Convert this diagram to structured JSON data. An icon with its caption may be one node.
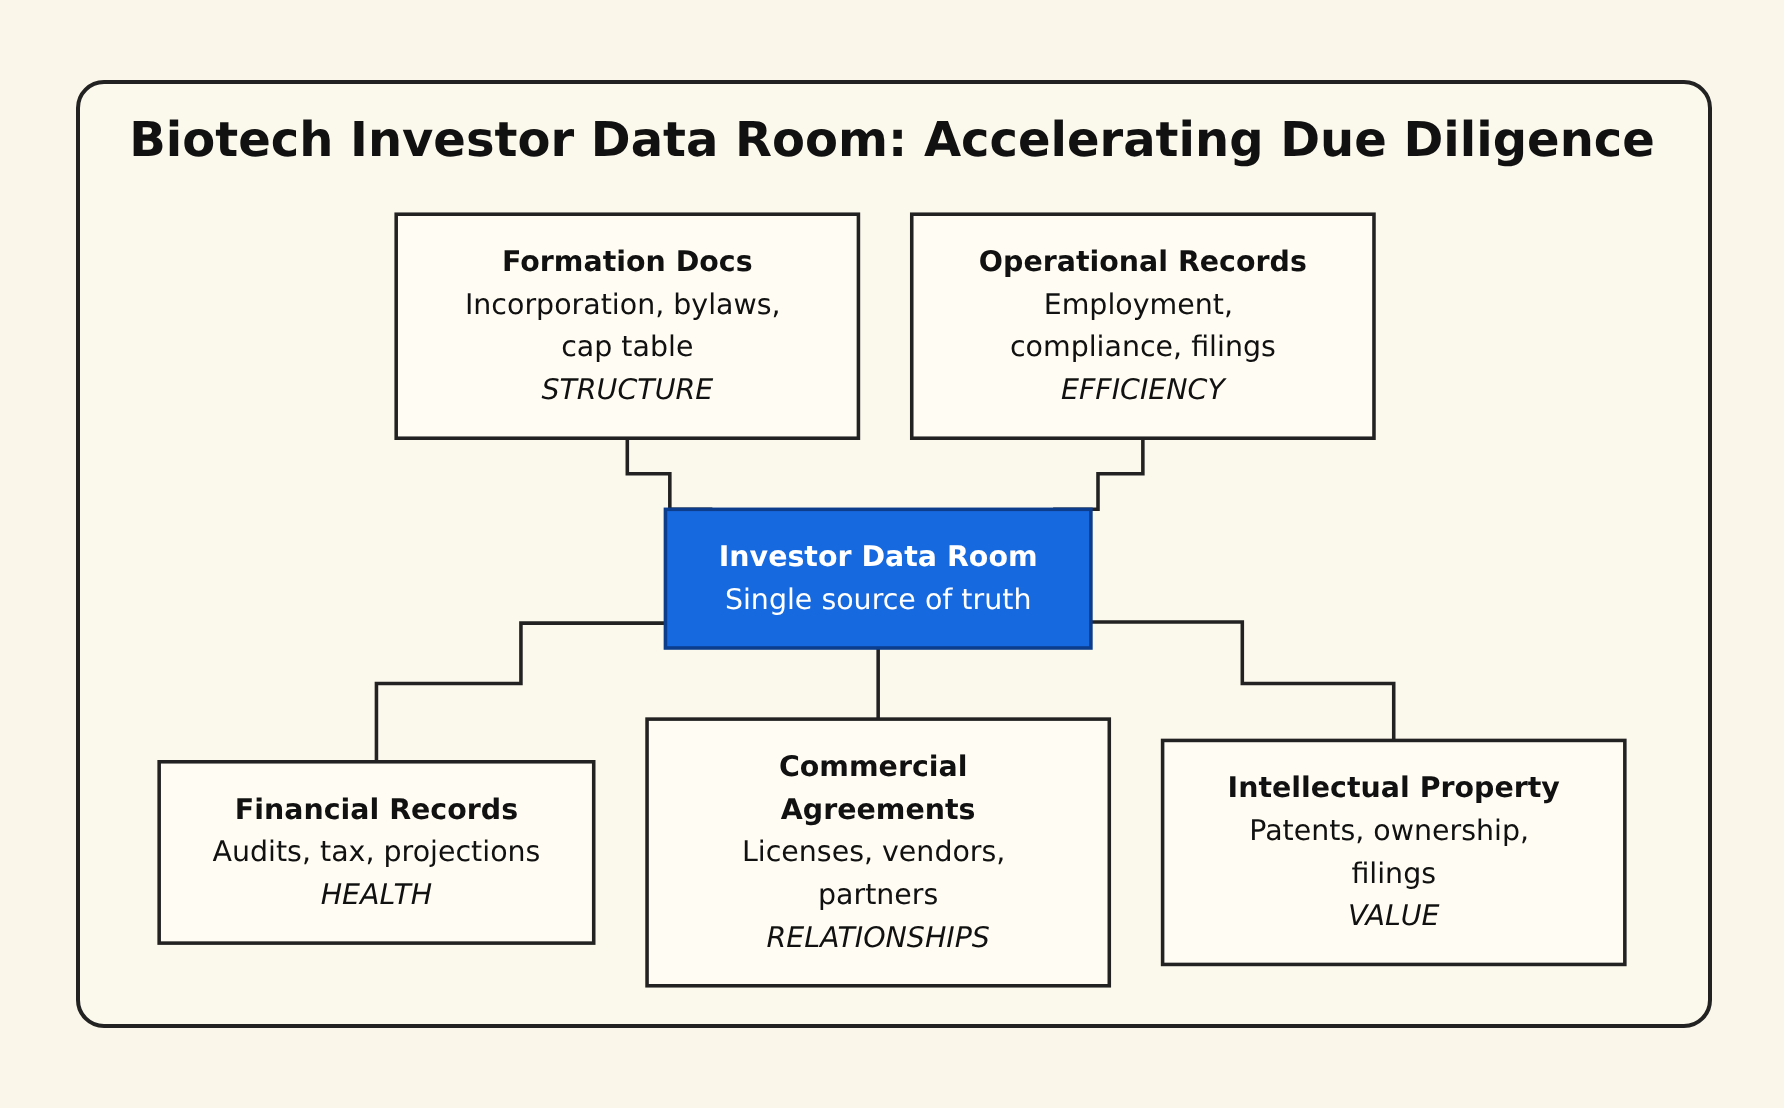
{
  "diagram": {
    "title": "Biotech Investor Data Room: Accelerating Due Diligence",
    "nodes": [
      {
        "text": [
          "Formation Docs",
          "Incorporation, bylaws, cap table",
          "STRUCTURE"
        ]
      },
      {
        "text": [
          "Operational Records",
          "Employment, compliance, filings",
          "EFFICIENCY"
        ]
      },
      {
        "text": [
          "Investor Data Room",
          "Single source of truth"
        ]
      },
      {
        "text": [
          "Financial Records",
          "Audits, tax, projections",
          "HEALTH"
        ]
      },
      {
        "text": [
          "Commercial Agreements",
          "Licenses, vendors, partners",
          "RELATIONSHIPS"
        ]
      },
      {
        "text": [
          "Intellectual Property",
          "Patents, ownership, filings",
          "VALUE"
        ]
      }
    ],
    "edges": [
      {
        "from": 0,
        "to": 2,
        "arrow": "none"
      },
      {
        "from": 1,
        "to": 2,
        "arrow": "none"
      },
      {
        "from": 2,
        "to": 3,
        "arrow": "none"
      },
      {
        "from": 2,
        "to": 4,
        "arrow": "none"
      },
      {
        "from": 2,
        "to": 5,
        "arrow": "none"
      }
    ]
  }
}
